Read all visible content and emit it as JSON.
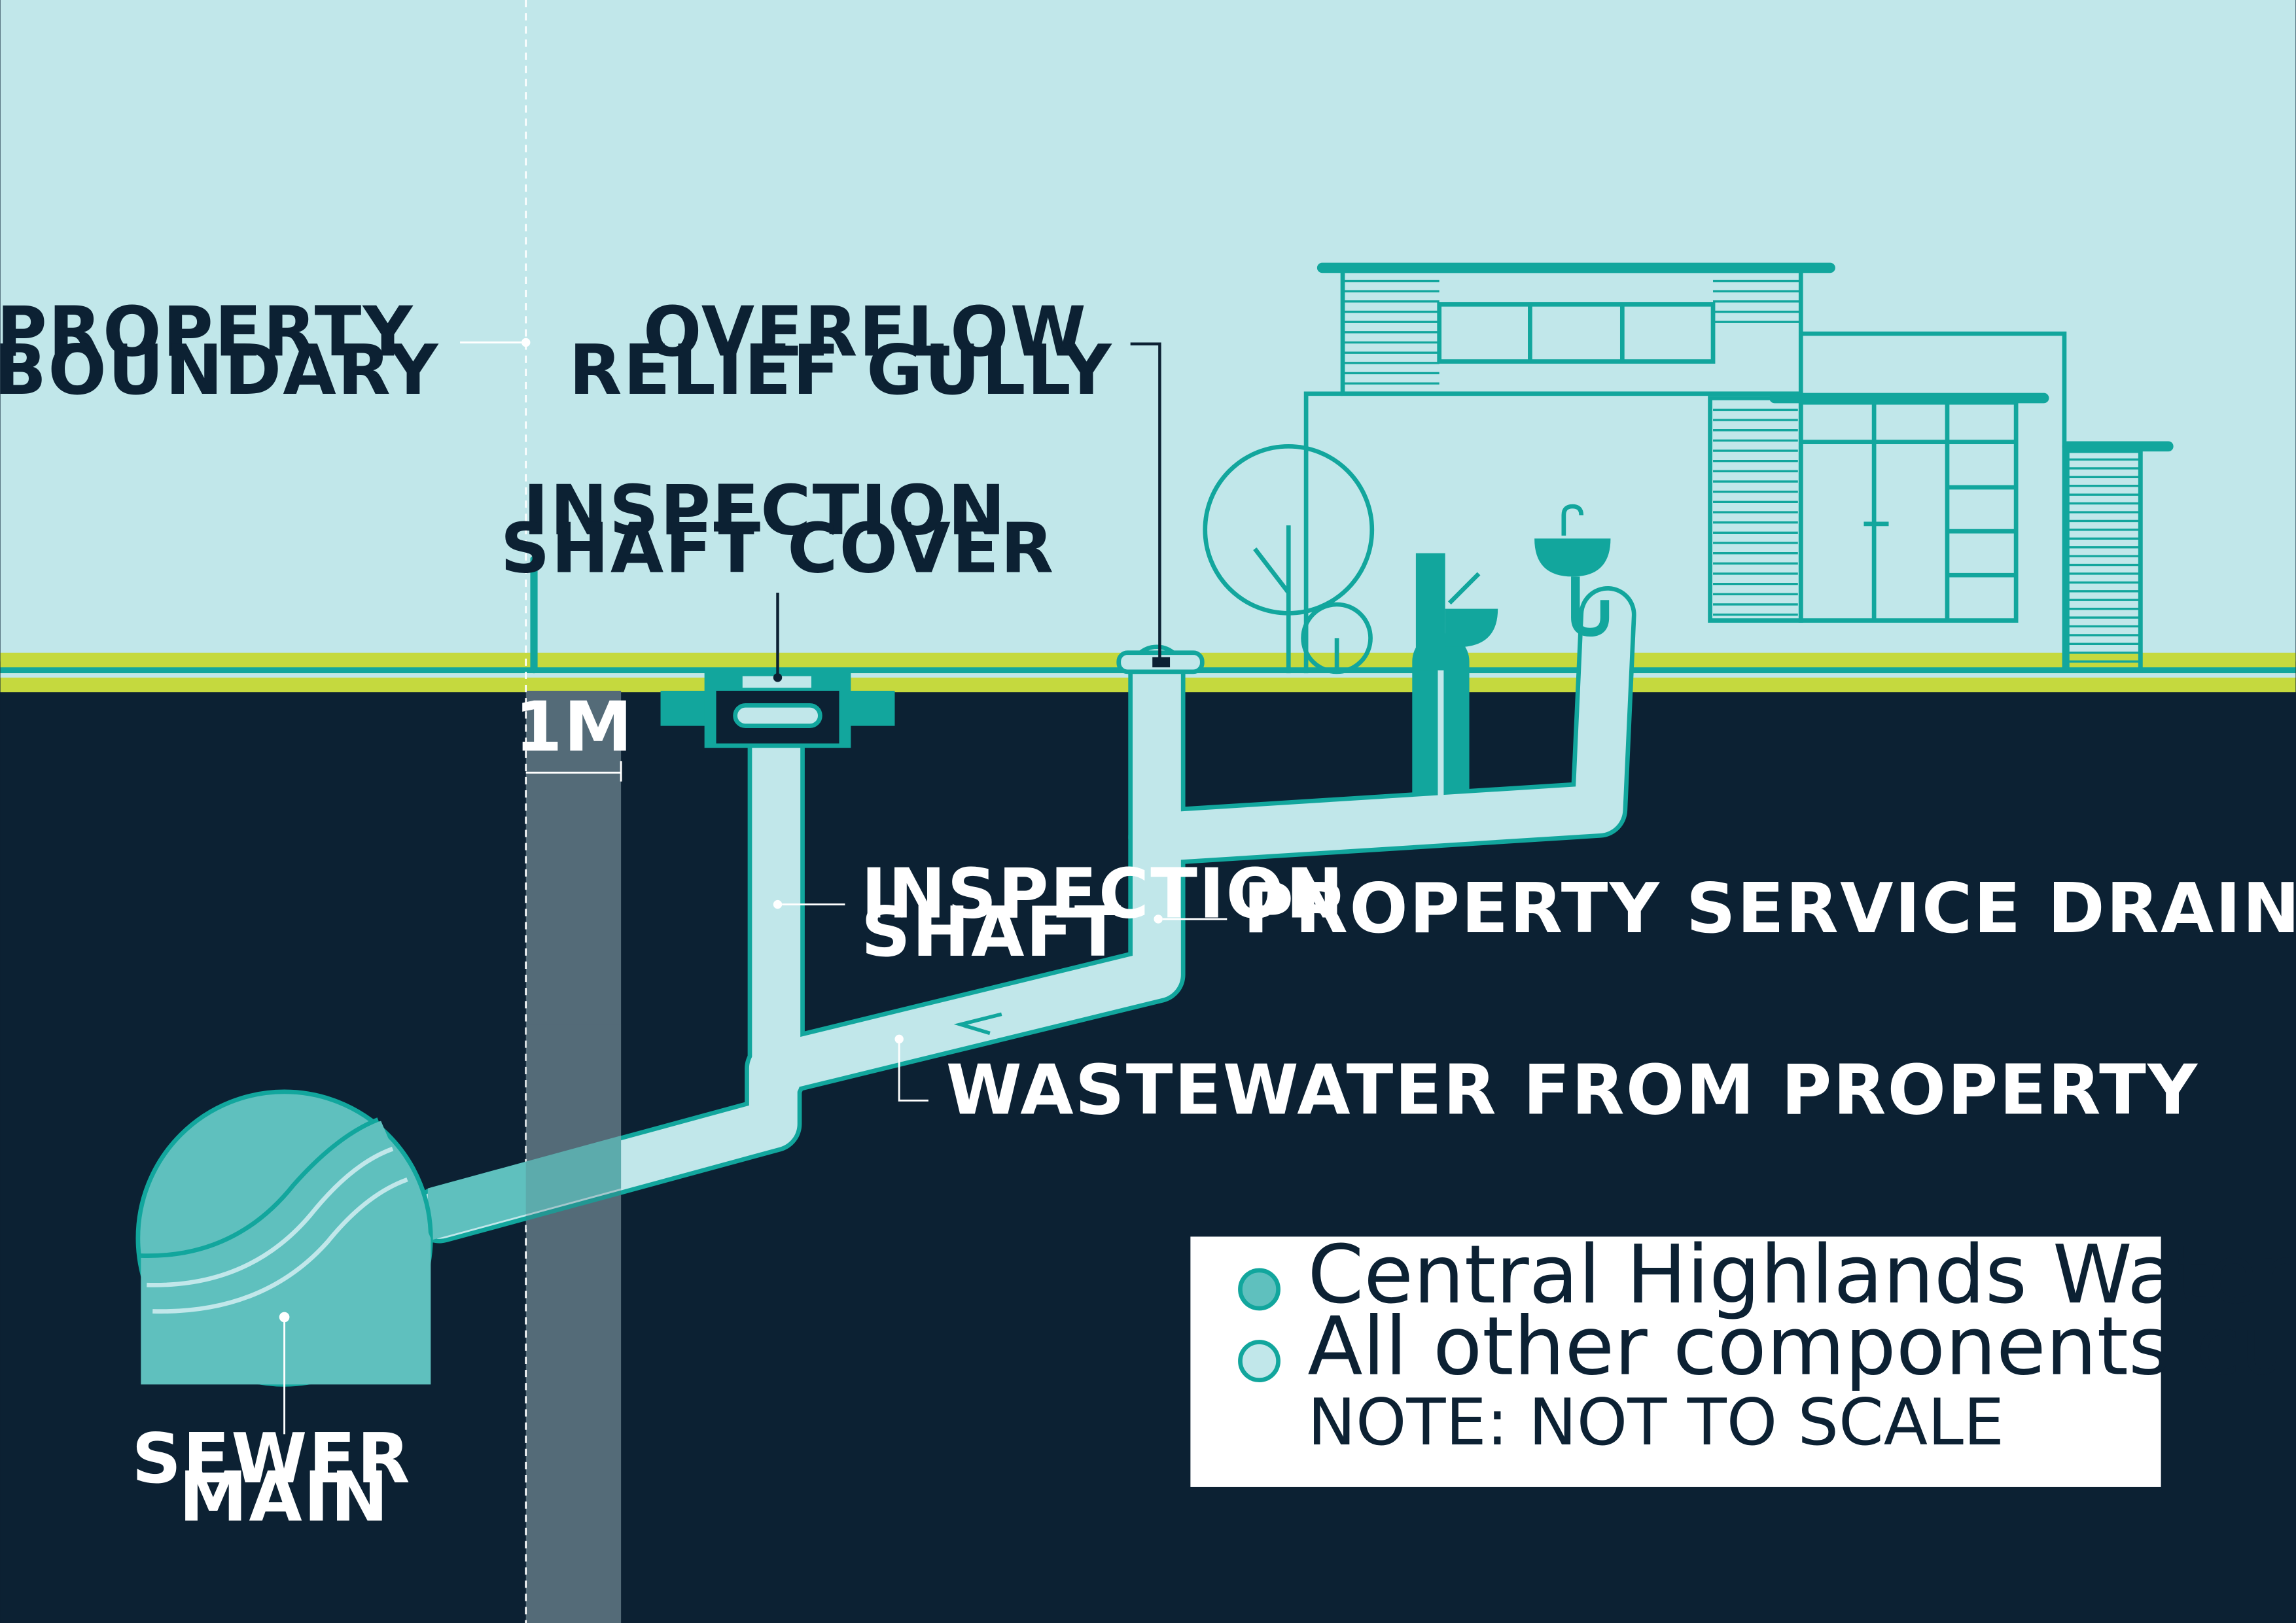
{
  "labels": {
    "property_boundary": [
      "PROPERTY",
      "BOUNDARY"
    ],
    "inspection_shaft_cover": [
      "INSPECTION",
      "SHAFT COVER"
    ],
    "overflow_relief_gully": [
      "OVERFLOW",
      "RELIEF GULLY"
    ],
    "inspection_shaft": [
      "INSPECTION",
      "SHAFT"
    ],
    "property_service_drain": "PROPERTY SERVICE DRAIN",
    "wastewater_from_property": "WASTEWATER FROM PROPERTY",
    "sewer_main": [
      "SEWER",
      "MAIN"
    ],
    "distance": "1M"
  },
  "legend": {
    "items": [
      {
        "label": "Central Highlands Water responsibility",
        "color": "#5fc0be"
      },
      {
        "label": "All other components customer responsibility",
        "color": "#c1e7ea"
      }
    ],
    "note": "NOTE: NOT TO SCALE"
  },
  "colors": {
    "sky": "#c1e7ea",
    "ground": "#0c2133",
    "grass": "#c5d93e",
    "teal": "#12a69d",
    "teal_light": "#5fc0be",
    "pipe": "#c1e7ea",
    "zone": "#546b78"
  }
}
